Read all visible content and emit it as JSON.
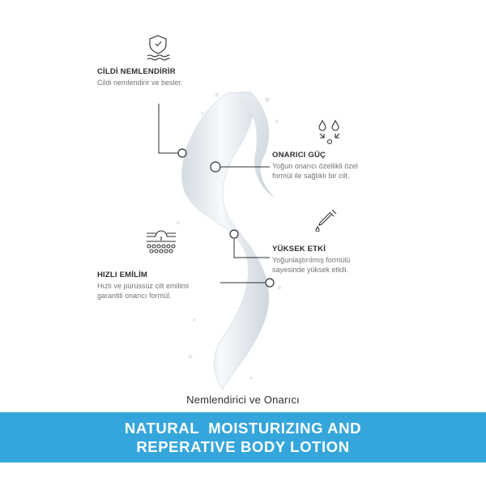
{
  "features": [
    {
      "title": "CİLDİ NEMLENDİRİR",
      "desc": [
        "Cildi nemlendirir ve besler."
      ],
      "icon": "shield-waves-icon"
    },
    {
      "title": "ONARICI GÜÇ",
      "desc": [
        "Yoğun onarıcı özellikli özel",
        "formül ile sağlıklı bir cilt."
      ],
      "icon": "droplets-arrows-icon"
    },
    {
      "title": "YÜKSEK ETKİ",
      "desc": [
        "Yoğunlaştırılmış formülü",
        "sayesinde yüksek etkili."
      ],
      "icon": "dropper-icon"
    },
    {
      "title": "HIZLI EMİLİM",
      "desc": [
        "Hızlı ve pürüssüz cilt emilimi",
        "garantili onarıcı formül."
      ],
      "icon": "skin-absorption-icon"
    }
  ],
  "subtitle": "Nemlendirici ve Onarıcı",
  "banner": {
    "line1": "NATURAL  MOISTURIZING AND",
    "line2": "REPERATIVE BODY LOTION"
  },
  "colors": {
    "banner": "#35a6dc",
    "heading": "#2b2f33",
    "body": "#6f757a",
    "connector": "#2b2f33"
  }
}
